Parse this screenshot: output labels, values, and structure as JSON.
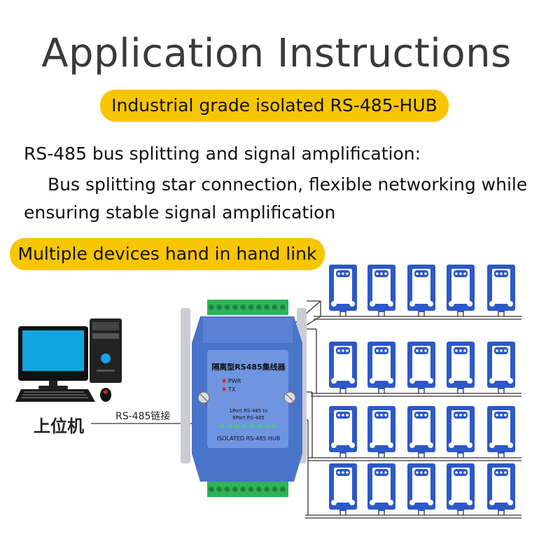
{
  "title": "Application Instructions",
  "subtitle": "Industrial grade isolated RS-485-HUB",
  "description": {
    "line1": "RS-485 bus splitting and signal amplification:",
    "line2": "Bus splitting star connection, flexible networking while",
    "line3": "ensuring stable signal amplification"
  },
  "badge": "Multiple devices hand in hand link",
  "host_label": "上位机",
  "link_label": "RS-485链接",
  "hub": {
    "name_label": "隔离型RS485集线器",
    "pwr": "PWR",
    "tx": "TX",
    "port_line1": "1Port RS-485 to",
    "port_line2": "8Port RS-485",
    "model": "ISOLATED RS-485 HUB"
  },
  "devices": {
    "rows": 4,
    "per_row": 5
  },
  "colors": {
    "accent_yellow": "#f7c600",
    "device_blue": "#2c58c9",
    "hub_blue": "#4a74c9",
    "terminal_green": "#2fb25a",
    "led_green": "#2ee04b",
    "led_red": "#e02020"
  }
}
